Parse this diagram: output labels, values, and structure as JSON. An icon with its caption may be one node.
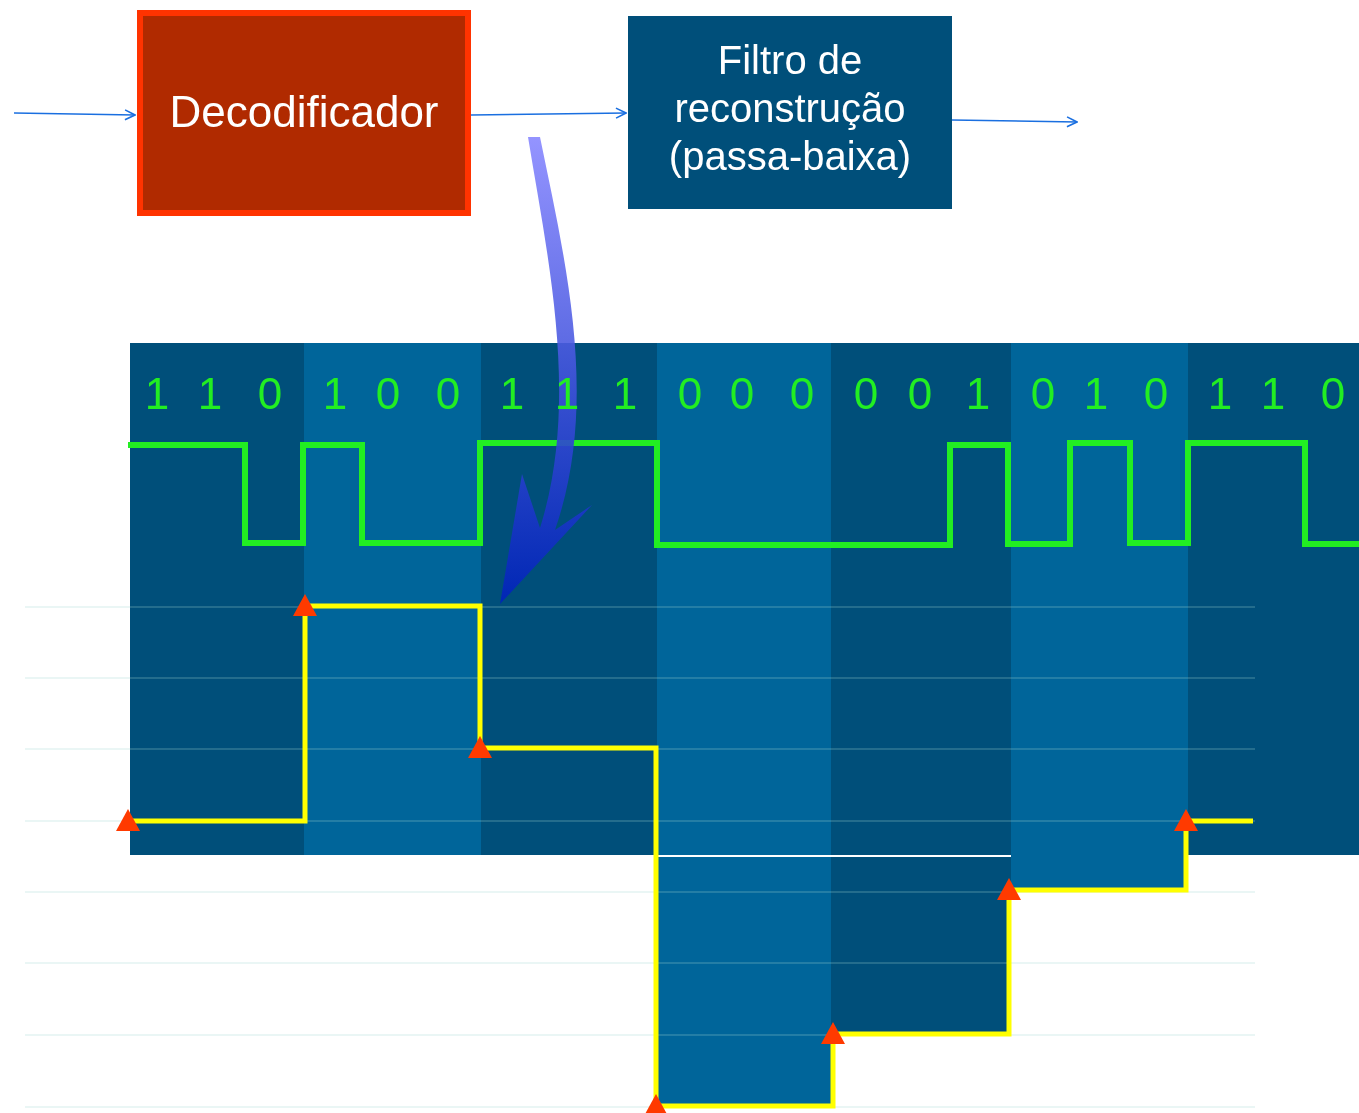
{
  "diagram": {
    "nodes": [
      {
        "text": [
          "Decodificador"
        ]
      },
      {
        "text": [
          "Filtro de reconstrução (passa-baixa)"
        ]
      }
    ],
    "edges": [
      {
        "from": null,
        "to": 0,
        "arrow": "to"
      },
      {
        "from": 0,
        "to": 1,
        "arrow": "to"
      },
      {
        "from": 1,
        "to": null,
        "arrow": "to"
      }
    ],
    "labels": [
      "1",
      "1",
      "0",
      "1",
      "0",
      "0",
      "1",
      "1",
      "1",
      "0",
      "0",
      "0",
      "0",
      "0",
      "1",
      "0",
      "1",
      "0",
      "1",
      "1",
      "0"
    ]
  }
}
